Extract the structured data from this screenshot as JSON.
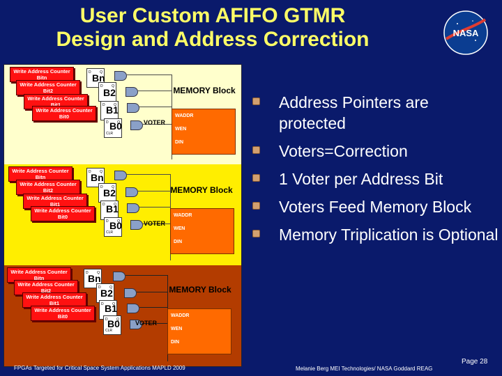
{
  "title": {
    "line1": "User Custom AFIFO GTMR",
    "line2": "Design and Address Correction"
  },
  "logo": {
    "text": "NASA",
    "color": "#0b3d91"
  },
  "diagram": {
    "bands": [
      {
        "cards": [
          "Write Address Counter Bitn",
          "Write Address Counter Bit2",
          "Write Address Counter Bit1",
          "Write Address Counter Bit0"
        ],
        "blabels": [
          "Bn",
          "B2",
          "B1",
          "B0"
        ],
        "memory_title": "MEMORY Block",
        "voter": "VOTER",
        "ports": [
          "WADDR",
          "WEN",
          "DIN"
        ]
      },
      {
        "cards": [
          "Write Address Counter Bitn",
          "Write Address Counter Bit2",
          "Write Address Counter Bit1",
          "Write Address Counter Bit0"
        ],
        "blabels": [
          "Bn",
          "B2",
          "B1",
          "B0"
        ],
        "memory_title": "MEMORY Block",
        "voter": "VOTER",
        "ports": [
          "WADDR",
          "WEN",
          "DIN"
        ]
      },
      {
        "cards": [
          "Write Address Counter Bitn",
          "Write Address Counter Bit2",
          "Write Address Counter Bit1",
          "Write Address Counter Bit0"
        ],
        "blabels": [
          "Bn",
          "B2",
          "B1",
          "B0"
        ],
        "memory_title": "MEMORY Block",
        "voter": "VOTER",
        "ports": [
          "WADDR",
          "WEN",
          "DIN"
        ]
      }
    ],
    "ff_pins": {
      "d": "D",
      "q": "Q",
      "clr": "CLR"
    }
  },
  "bullets": [
    "Address Pointers are protected",
    "Voters=Correction",
    "1 Voter per Address Bit",
    "Voters Feed Memory Block",
    "Memory Triplication is Optional"
  ],
  "footer": {
    "left": "FPGAs Targeted for Critical Space System Applications MAPLD 2009",
    "right": "Melanie Berg MEI Technologies/ NASA Goddard REAG",
    "page": "Page 28"
  }
}
